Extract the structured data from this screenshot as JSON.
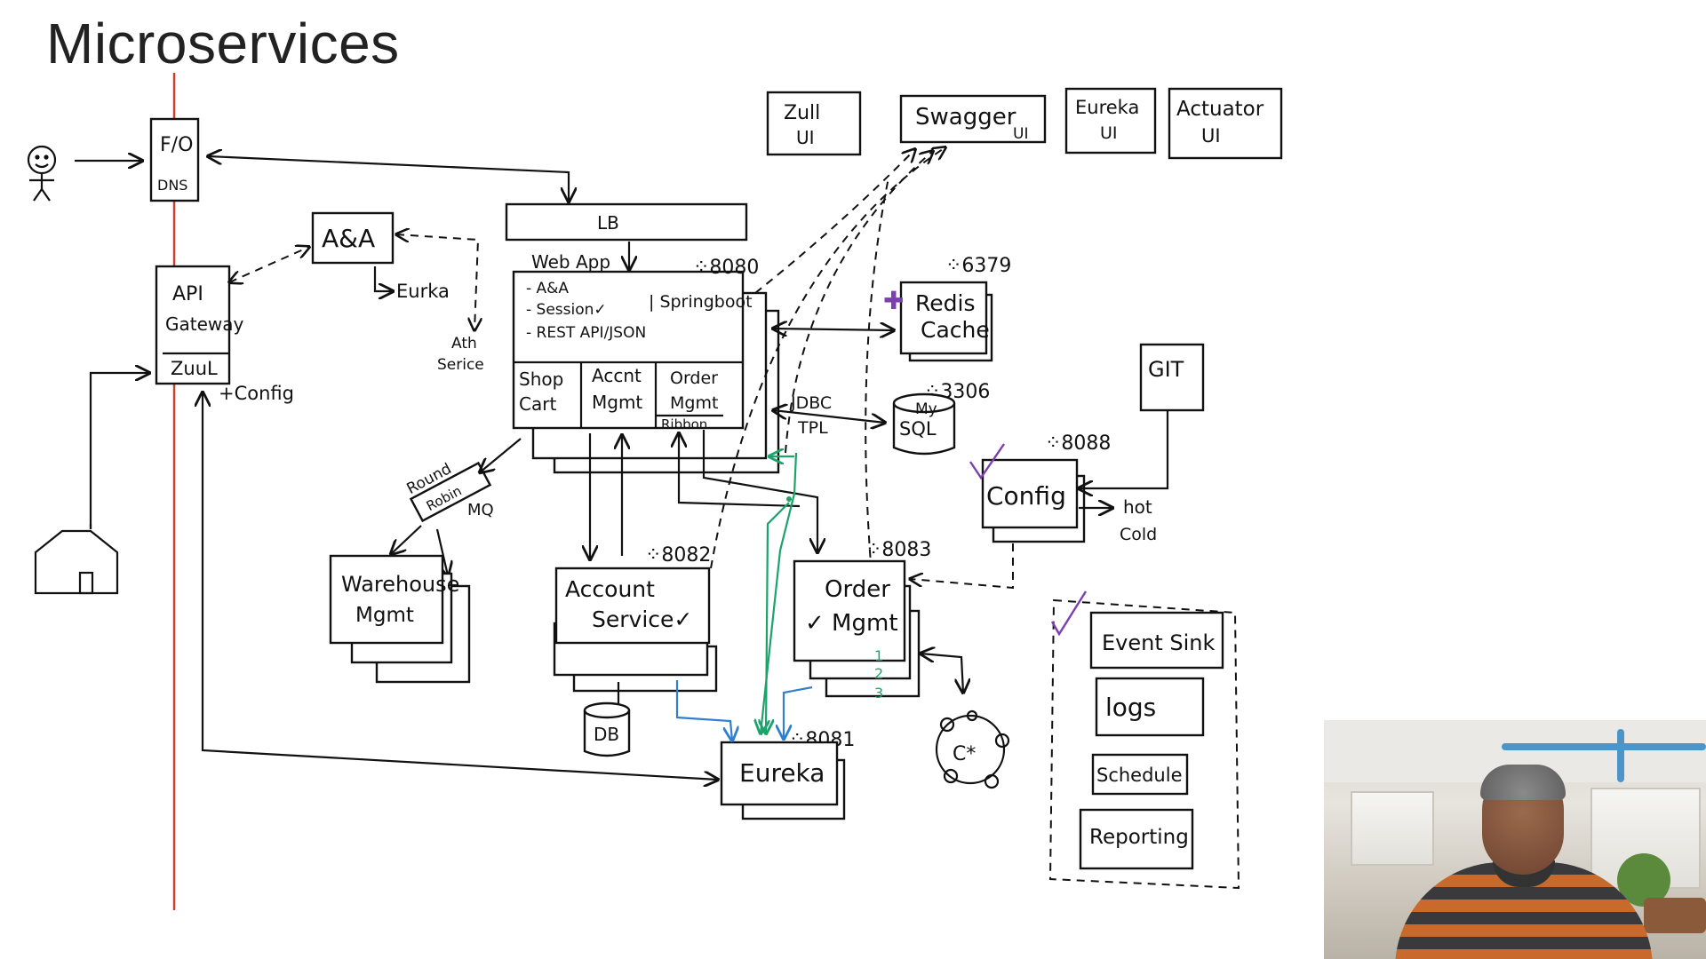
{
  "title": "Microservices",
  "colors": {
    "axis_line": "#d23a2a",
    "green_path": "#1aa36b",
    "blue_path": "#2f7fd0",
    "check": "#7b3fb0",
    "redis_plus": "#7b3fb0"
  },
  "nodes": {
    "fo_dns": [
      "F/O",
      "DNS"
    ],
    "lb": "LB",
    "web_app": "Web App",
    "web_app_port": "⁘8080",
    "web_app_features": [
      "- A&A",
      "- Session✓",
      "- REST API/JSON"
    ],
    "springboot": "| Springboot",
    "modules": {
      "shop_cart": [
        "Shop",
        "Cart"
      ],
      "accnt_mgmt": [
        "Accnt",
        "Mgmt"
      ],
      "order_mgmt": [
        "Order",
        "Mgmt"
      ],
      "ribbon": "Ribbon"
    },
    "aa": "A&A",
    "eureka_link": "Eurka",
    "auth_service": [
      "Ath",
      "Serice"
    ],
    "api_gateway": [
      "API",
      "Gateway"
    ],
    "zuul": "ZuuL",
    "config_link": "+Config",
    "zuul_ui": [
      "Zull",
      "UI"
    ],
    "swagger_ui": "Swagger",
    "swagger_ui_sub": "UI",
    "eureka_ui": [
      "Eureka",
      "UI"
    ],
    "actuator_ui": [
      "Actuator",
      "UI"
    ],
    "redis_port": "⁘6379",
    "redis_cache": [
      "Redis",
      "Cache"
    ],
    "mysql_port": "⁘3306",
    "mysql": [
      "My",
      "SQL"
    ],
    "jdbc": [
      "JDBC",
      "TPL"
    ],
    "git": "GIT",
    "config_port": "⁘8088",
    "config": "Config",
    "hot_cold": [
      "hot",
      "Cold"
    ],
    "round_robin": [
      "Round",
      "Robin"
    ],
    "mq": "MQ",
    "warehouse_mgmt": [
      "Warehouse",
      "Mgmt"
    ],
    "account_service_port": "⁘8082",
    "account_service": [
      "Account",
      "Service✓"
    ],
    "db": "DB",
    "order_mgmt_port": "⁘8083",
    "order_mgmt": [
      "Order",
      "✓ Mgmt"
    ],
    "order_steps": [
      "1",
      "2",
      "3"
    ],
    "eureka_port": "⁘8081",
    "eureka": "Eureka",
    "cassandra": "C*",
    "event_sink_group": [
      "Event Sink",
      "logs",
      "Schedule",
      "Reporting"
    ]
  }
}
